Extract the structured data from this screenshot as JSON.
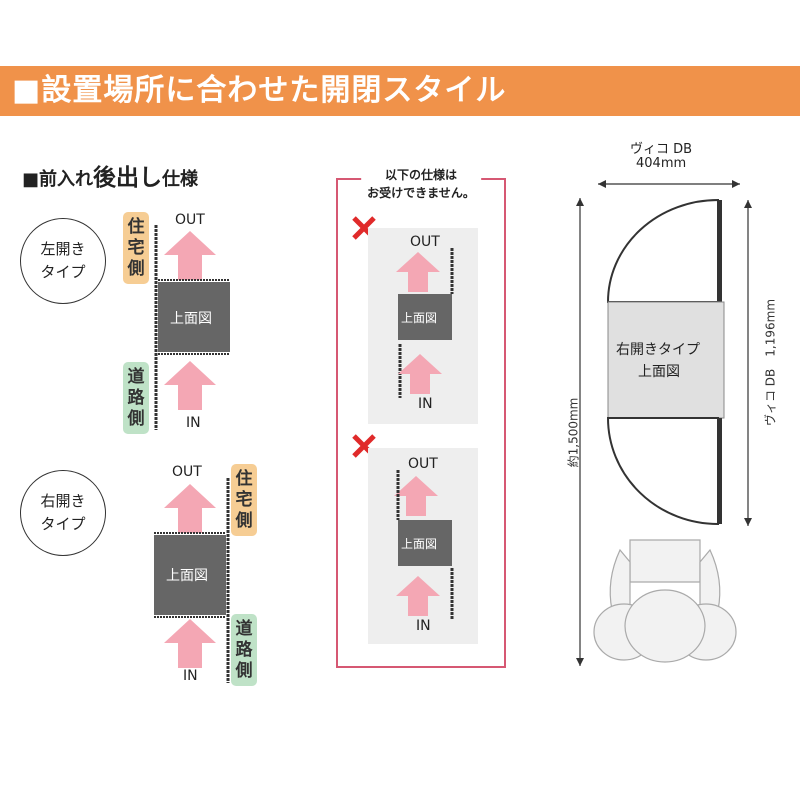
{
  "header": {
    "title": "■設置場所に合わせた開閉スタイル"
  },
  "section": {
    "prefix": "■前入れ",
    "big": "後出し",
    "suffix": "仕様"
  },
  "left_open": {
    "line1": "左開き",
    "line2": "タイプ"
  },
  "right_open": {
    "line1": "右開き",
    "line2": "タイプ"
  },
  "labels": {
    "out": "OUT",
    "in": "IN",
    "top_view": "上面図",
    "house_side": [
      "住",
      "宅",
      "側"
    ],
    "road_side": [
      "道",
      "路",
      "側"
    ]
  },
  "notice": {
    "line1": "以下の仕様は",
    "line2": "お受けできません。",
    "mark": "×"
  },
  "dimensions": {
    "product_name": "ヴィコ DB",
    "width": "404mm",
    "depth": "ヴィコ DB　1,196mm",
    "total": "約1,500mm",
    "top_view_line1": "右開きタイプ",
    "top_view_line2": "上面図"
  },
  "colors": {
    "banner": "#f0924a",
    "arrow": "#f4a7b4",
    "box": "#666666",
    "house_tag": "#f6cd94",
    "road_tag": "#bfe2c7",
    "notice_border": "#d65873",
    "cross": "#e02a2a"
  }
}
